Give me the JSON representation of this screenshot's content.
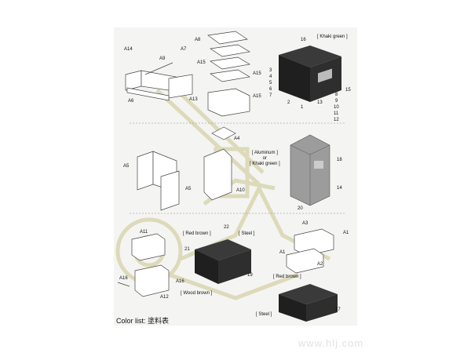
{
  "sheet": {
    "part_labels": [
      "A14",
      "A9",
      "A7",
      "A8",
      "A6",
      "A13",
      "A15",
      "A15",
      "A15",
      "A4",
      "A5",
      "A5",
      "A10",
      "A11",
      "A3",
      "A1",
      "A1",
      "A2",
      "A16",
      "A16",
      "A12"
    ],
    "callout_numbers": [
      "16",
      "3",
      "4",
      "5",
      "6",
      "7",
      "2",
      "1",
      "13",
      "8",
      "9",
      "10",
      "11",
      "12",
      "15",
      "18",
      "14",
      "20",
      "22",
      "21",
      "19",
      "17"
    ],
    "paint_notes": {
      "khaki_green": "[ Khaki green ]",
      "aluminum_line1": "[ Aluminum ]",
      "aluminum_line2": "or",
      "aluminum_line3": "[ Khaki green ]",
      "red_brown_top": "[ Red brown ]",
      "steel_top": "[ Steel ]",
      "red_brown_right": "[ Red brown ]",
      "wood_brown": "[ Wood brown ]",
      "steel_bottom": "[ Steel ]"
    },
    "color_list": "Color list: 塗料表"
  },
  "watermark": "www.hlj.com",
  "colors": {
    "crate_dark": "#2b2b2b",
    "box_grey": "#9a9a9a",
    "gun_ghost": "#d8d6b0",
    "sheet_bg": "#f4f4f2"
  }
}
